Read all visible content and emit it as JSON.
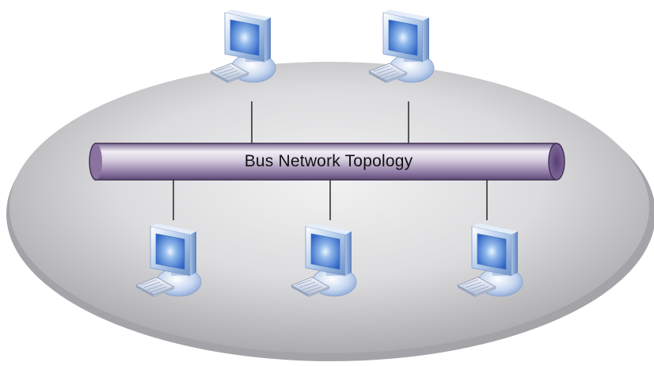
{
  "diagram": {
    "bus_label": "Bus Network Topology",
    "bus_color": "#8e7aa3",
    "backdrop_color": "#d3d3d6",
    "computers": [
      {
        "name": "computer-top-left",
        "icon": "desktop-computer-icon"
      },
      {
        "name": "computer-top-right",
        "icon": "desktop-computer-icon"
      },
      {
        "name": "computer-bottom-left",
        "icon": "desktop-computer-icon"
      },
      {
        "name": "computer-bottom-center",
        "icon": "desktop-computer-icon"
      },
      {
        "name": "computer-bottom-right",
        "icon": "desktop-computer-icon"
      }
    ]
  }
}
